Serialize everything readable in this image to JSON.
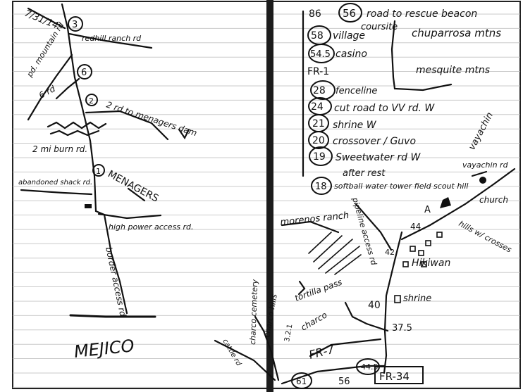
{
  "colors": {
    "ink": "#111111",
    "paper": "#ffffff",
    "rule": "#b9b9b9",
    "binding": "#1c1c1c"
  },
  "left_page": {
    "date": "7/31/14",
    "road_labels": [
      "redhill ranch rd",
      "pd. mountain rd",
      "6 rd",
      "2 rd to menagers dam",
      "2 mi burn rd.",
      "abandoned shack rd.",
      "high power access rd.",
      "border access rd"
    ],
    "markers": [
      "3",
      "6",
      "2",
      "1"
    ],
    "places": [
      "MENAGERS",
      "MEJICO"
    ]
  },
  "right_page": {
    "route_legend": [
      {
        "mile": "86",
        "circled": "56",
        "text": "road to rescue beacon"
      },
      {
        "mile": "",
        "circled": "",
        "text": "coursite"
      },
      {
        "mile": "",
        "circled": "58",
        "text": "village"
      },
      {
        "mile": "",
        "circled": "54.5",
        "text": "casino"
      },
      {
        "mile": "FR-1",
        "circled": "",
        "text": ""
      },
      {
        "mile": "",
        "circled": "28",
        "text": "fenceline"
      },
      {
        "mile": "",
        "circled": "24",
        "text": "cut road to VV rd. W"
      },
      {
        "mile": "",
        "circled": "21",
        "text": "shrine W"
      },
      {
        "mile": "",
        "circled": "20",
        "text": "crossover / Guvo"
      },
      {
        "mile": "",
        "circled": "19",
        "text": "Sweetwater rd W"
      },
      {
        "mile": "",
        "circled": "",
        "text": "after rest"
      },
      {
        "mile": "",
        "circled": "18",
        "text": "softball water tower field scout hill"
      }
    ],
    "mountains": [
      "chuparrosa mtns",
      "mesquite mtns"
    ],
    "map_labels": {
      "morenos": "morenos ranch",
      "pipeline": "pipeline access rd",
      "vayachin": "vayachin",
      "vayachin_rd": "vayachin rd",
      "church": "church",
      "hills": "hills w/ crosses",
      "hikiwan": "Hikiwan",
      "shrine": "shrine",
      "tortilla": "tortilla pass",
      "charco_cemetery": "charco cemetery",
      "charco_hills": "charco hills",
      "charco": "charco",
      "cattle": "cattle rd",
      "fr7": "FR-7",
      "fr34": "FR-34"
    },
    "mile_markers": [
      "44",
      "42",
      "40",
      "37.5",
      "61",
      "56",
      "44.5",
      "3.2.1",
      "A"
    ]
  }
}
